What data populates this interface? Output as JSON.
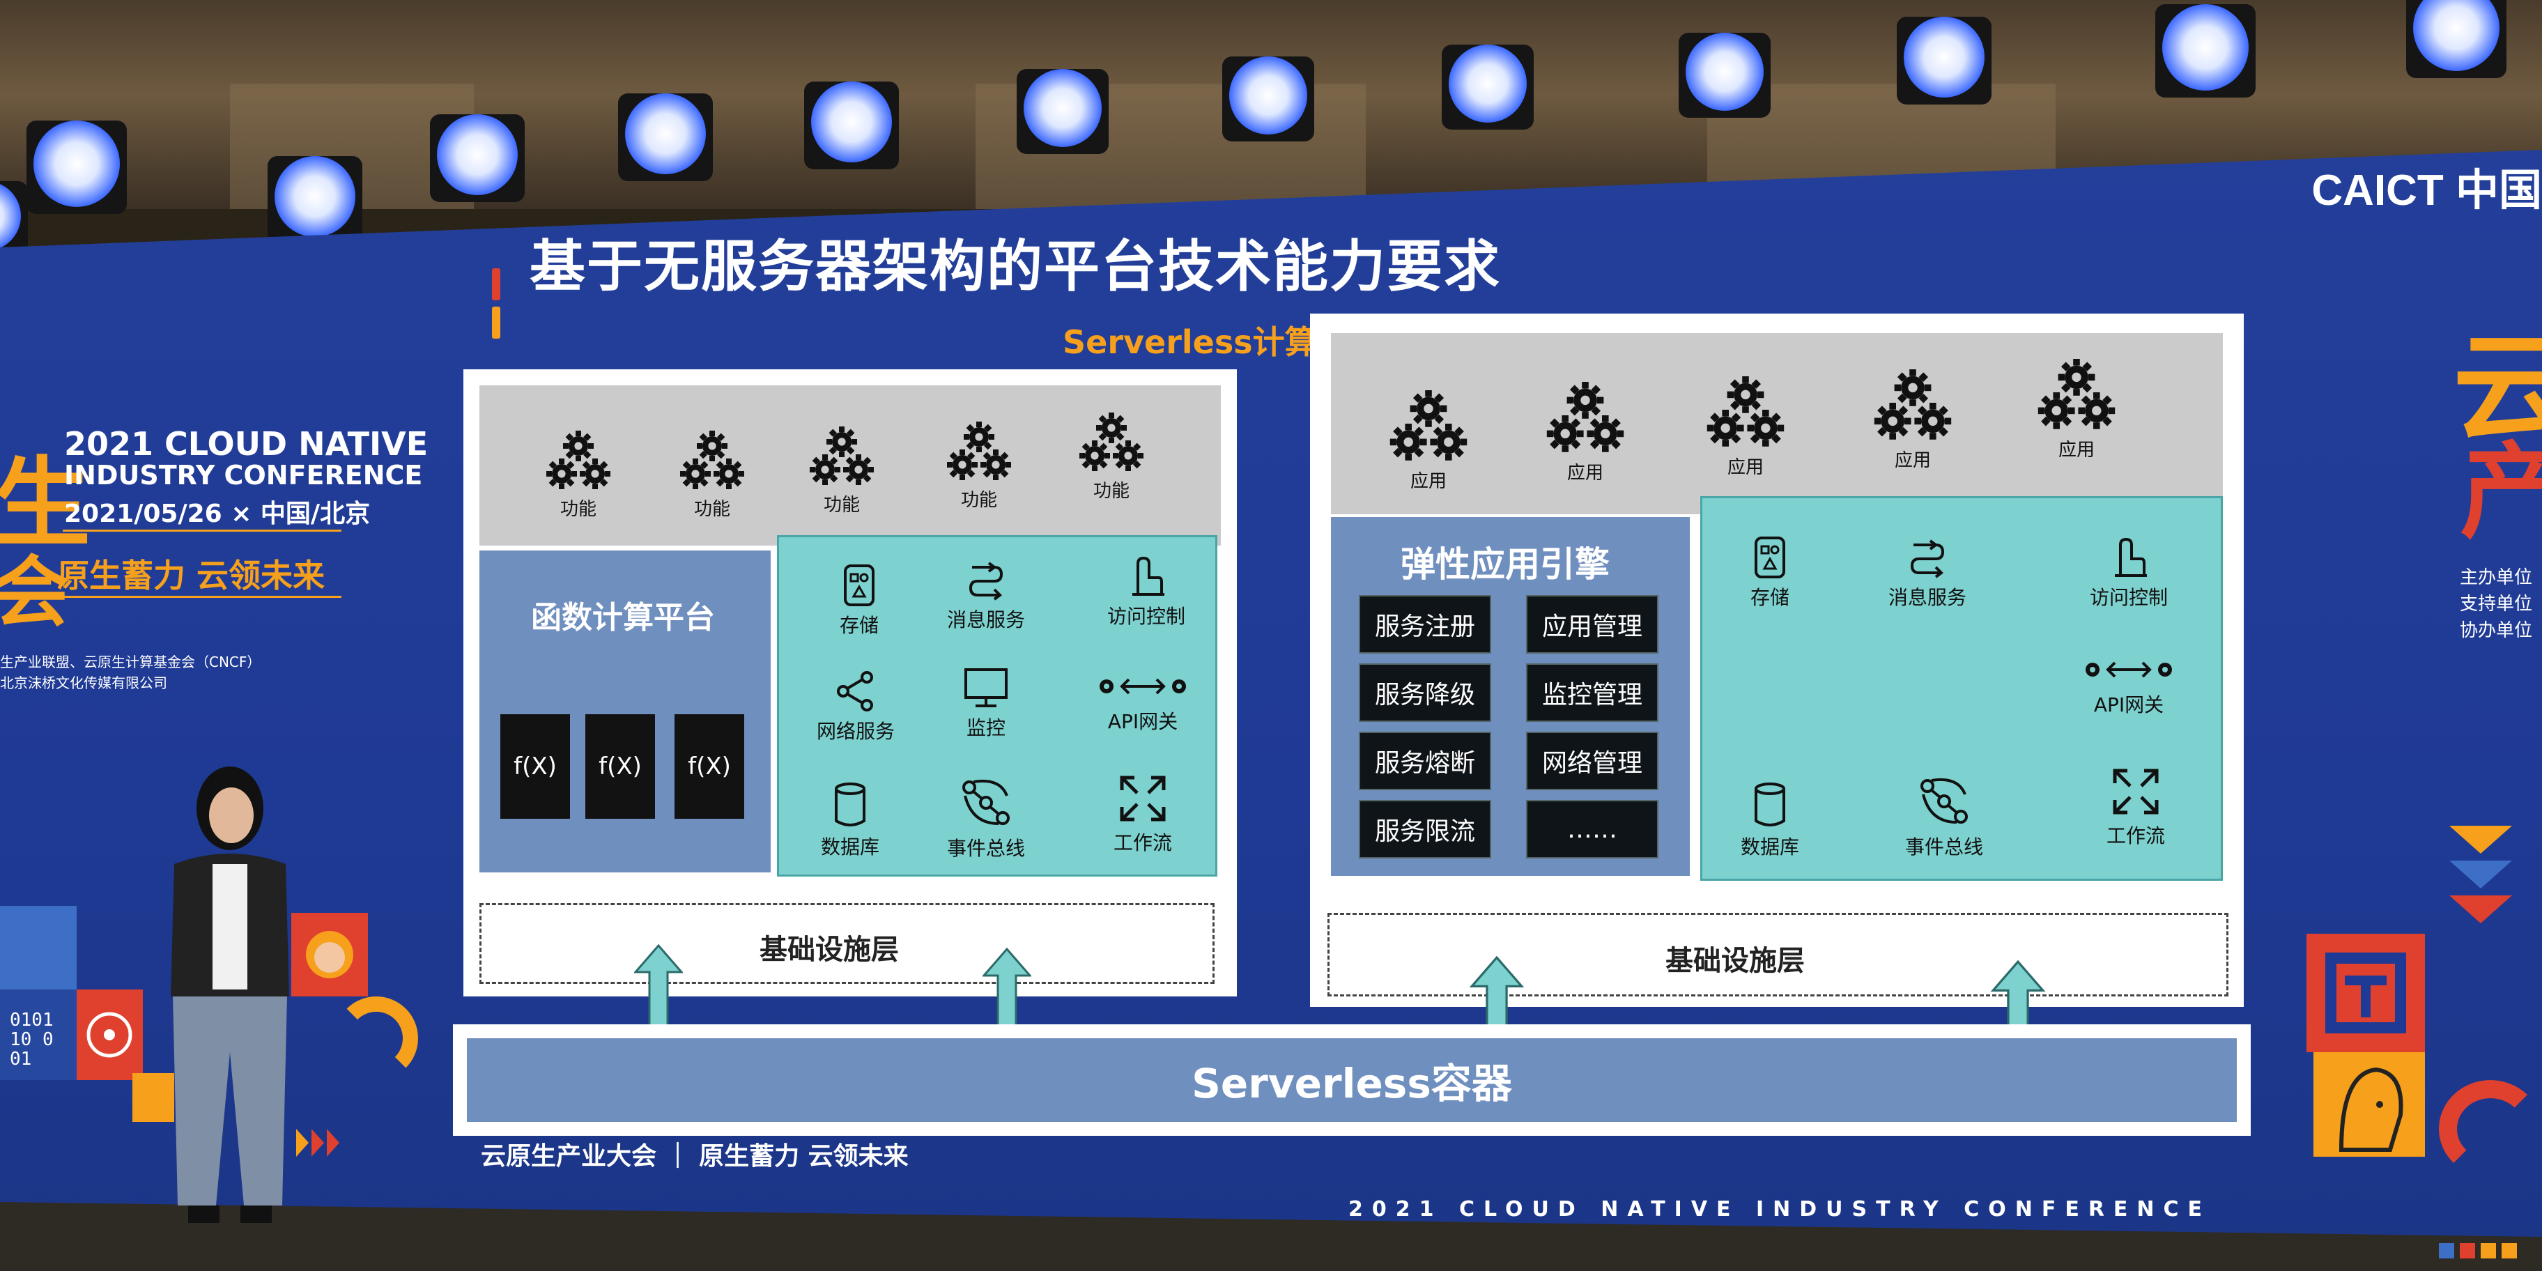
{
  "slide": {
    "title": "基于无服务器架构的平台技术能力要求",
    "subtitle": "Serverless计算的三种形态",
    "brand": "CAICT 中国"
  },
  "left_banner": {
    "big_char_1": "生",
    "big_char_2": "会",
    "line1": "2021 CLOUD NATIVE",
    "line2": "INDUSTRY CONFERENCE",
    "date": "2021/05/26 × 中国/北京",
    "slogan": "原生蓄力 云领未来",
    "org1": "生产业联盟、云原生计算基金会（CNCF）",
    "org2": "北京沫桥文化传媒有限公司"
  },
  "right_banner": {
    "char_1": "云",
    "char_2": "产",
    "small1": "主办单位",
    "small2": "支持单位",
    "small3": "协办单位"
  },
  "left_panel": {
    "top_items": [
      "功能",
      "功能",
      "功能",
      "功能",
      "功能"
    ],
    "platform_title": "函数计算平台",
    "functions": [
      "f(X)",
      "f(X)",
      "f(X)"
    ],
    "services": [
      {
        "label": "存储",
        "icon": "storage-icon"
      },
      {
        "label": "消息服务",
        "icon": "message-icon"
      },
      {
        "label": "访问控制",
        "icon": "access-control-icon"
      },
      {
        "label": "网络服务",
        "icon": "network-icon"
      },
      {
        "label": "监控",
        "icon": "monitor-icon"
      },
      {
        "label": "API网关",
        "icon": "api-gateway-icon"
      },
      {
        "label": "数据库",
        "icon": "database-icon"
      },
      {
        "label": "事件总线",
        "icon": "event-bus-icon"
      },
      {
        "label": "工作流",
        "icon": "workflow-icon"
      }
    ],
    "infra_label": "基础设施层"
  },
  "right_panel": {
    "top_items": [
      "应用",
      "应用",
      "应用",
      "应用",
      "应用"
    ],
    "engine_title": "弹性应用引擎",
    "engine_buttons": [
      [
        "服务注册",
        "应用管理"
      ],
      [
        "服务降级",
        "监控管理"
      ],
      [
        "服务熔断",
        "网络管理"
      ],
      [
        "服务限流",
        "……"
      ]
    ],
    "services": [
      {
        "label": "存储",
        "icon": "storage-icon"
      },
      {
        "label": "消息服务",
        "icon": "message-icon"
      },
      {
        "label": "访问控制",
        "icon": "access-control-icon"
      },
      {
        "label": "API网关",
        "icon": "api-gateway-icon"
      },
      {
        "label": "数据库",
        "icon": "database-icon"
      },
      {
        "label": "事件总线",
        "icon": "event-bus-icon"
      },
      {
        "label": "工作流",
        "icon": "workflow-icon"
      }
    ],
    "infra_label": "基础设施层"
  },
  "container_label": "Serverless容器",
  "footer": {
    "left": "云原生产业大会 ｜ 原生蓄力 云领未来",
    "bottom": "2021 CLOUD NATIVE INDUSTRY CONFERENCE"
  },
  "colors": {
    "screen_blue": "#233f9a",
    "accent_orange": "#f6a01c",
    "accent_red": "#e0402e",
    "platform_blue": "#6f8fbf",
    "service_teal": "#7dd2cf"
  }
}
